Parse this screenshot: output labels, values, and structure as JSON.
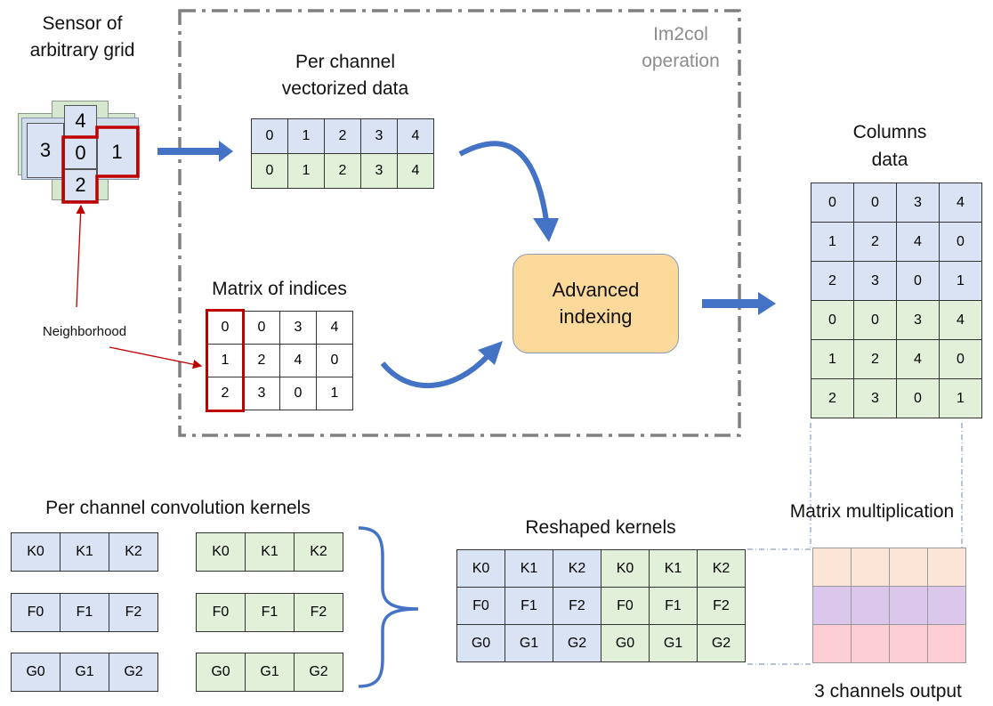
{
  "labels": {
    "sensor_line1": "Sensor of",
    "sensor_line2": "arbitrary grid",
    "im2col_line1": "Im2col",
    "im2col_line2": "operation",
    "vectorized_line1": "Per channel",
    "vectorized_line2": "vectorized data",
    "indices_title": "Matrix of indices",
    "neighborhood": "Neighborhood",
    "advanced_line1": "Advanced",
    "advanced_line2": "indexing",
    "columns_line1": "Columns",
    "columns_line2": "data",
    "kernels_title": "Per channel convolution kernels",
    "reshaped_title": "Reshaped kernels",
    "matmul_title": "Matrix multiplication",
    "output_title": "3 channels output"
  },
  "sensor_cells": [
    "4",
    "3",
    "0",
    "1",
    "2"
  ],
  "vectorized_rows": [
    [
      "0",
      "1",
      "2",
      "3",
      "4"
    ],
    [
      "0",
      "1",
      "2",
      "3",
      "4"
    ]
  ],
  "indices_rows": [
    [
      "0",
      "0",
      "3",
      "4"
    ],
    [
      "1",
      "2",
      "4",
      "0"
    ],
    [
      "2",
      "3",
      "0",
      "1"
    ]
  ],
  "columns_rows": [
    [
      "0",
      "0",
      "3",
      "4"
    ],
    [
      "1",
      "2",
      "4",
      "0"
    ],
    [
      "2",
      "3",
      "0",
      "1"
    ],
    [
      "0",
      "0",
      "3",
      "4"
    ],
    [
      "1",
      "2",
      "4",
      "0"
    ],
    [
      "2",
      "3",
      "0",
      "1"
    ]
  ],
  "kernel_rows": [
    [
      "K0",
      "K1",
      "K2"
    ],
    [
      "F0",
      "F1",
      "F2"
    ],
    [
      "G0",
      "G1",
      "G2"
    ]
  ],
  "reshaped_rows": [
    [
      "K0",
      "K1",
      "K2",
      "K0",
      "K1",
      "K2"
    ],
    [
      "F0",
      "F1",
      "F2",
      "F0",
      "F1",
      "F2"
    ],
    [
      "G0",
      "G1",
      "G2",
      "G0",
      "G1",
      "G2"
    ]
  ],
  "colors": {
    "channel1": "#dae3f3",
    "channel2": "#e2f0d9",
    "highlight": "#c00000",
    "arrow": "#4472c4",
    "node": "#fbd99b",
    "out1": "#fbe5d6",
    "out2": "#dcc7ec",
    "out3": "#fdcdd6"
  }
}
